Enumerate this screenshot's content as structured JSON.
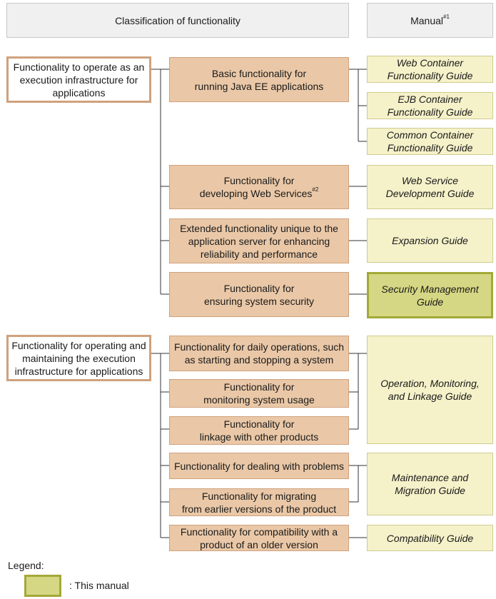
{
  "headers": {
    "classification": "Classification of functionality",
    "manual": "Manual",
    "manual_note": "#1"
  },
  "categories": [
    "Functionality to operate as an\nexecution infrastructure for\napplications",
    "Functionality for operating and\nmaintaining the execution\ninfrastructure for applications"
  ],
  "functions": [
    {
      "text": "Basic functionality for\nrunning Java EE applications"
    },
    {
      "text": "Functionality for\ndeveloping Web Services",
      "note": "#2"
    },
    {
      "text": "Extended functionality unique to the\napplication server for enhancing\nreliability and performance"
    },
    {
      "text": "Functionality for\nensuring system security"
    },
    {
      "text": "Functionality for daily operations, such\nas starting and stopping a system"
    },
    {
      "text": "Functionality for\nmonitoring system usage"
    },
    {
      "text": "Functionality for\nlinkage with other products"
    },
    {
      "text": "Functionality for dealing with problems"
    },
    {
      "text": "Functionality for migrating\nfrom earlier versions of the product"
    },
    {
      "text": "Functionality for compatibility with a\nproduct of an older version"
    }
  ],
  "manuals": [
    {
      "text": "Web Container\nFunctionality Guide",
      "this_manual": false
    },
    {
      "text": "EJB Container\nFunctionality Guide",
      "this_manual": false
    },
    {
      "text": "Common Container\nFunctionality Guide",
      "this_manual": false
    },
    {
      "text": "Web Service\nDevelopment Guide",
      "this_manual": false
    },
    {
      "text": "Expansion Guide",
      "this_manual": false
    },
    {
      "text": "Security Management\nGuide",
      "this_manual": true
    },
    {
      "text": "Operation, Monitoring,\nand Linkage Guide",
      "this_manual": false
    },
    {
      "text": "Maintenance and\nMigration Guide",
      "this_manual": false
    },
    {
      "text": "Compatibility Guide",
      "this_manual": false
    }
  ],
  "legend": {
    "title": "Legend:",
    "label": ": This manual"
  },
  "colors": {
    "function_fill": "#eac8a7",
    "function_border": "#cfa17d",
    "manual_fill": "#f5f1c9",
    "this_manual_fill": "#d6d784",
    "this_manual_border": "#a4a838"
  }
}
